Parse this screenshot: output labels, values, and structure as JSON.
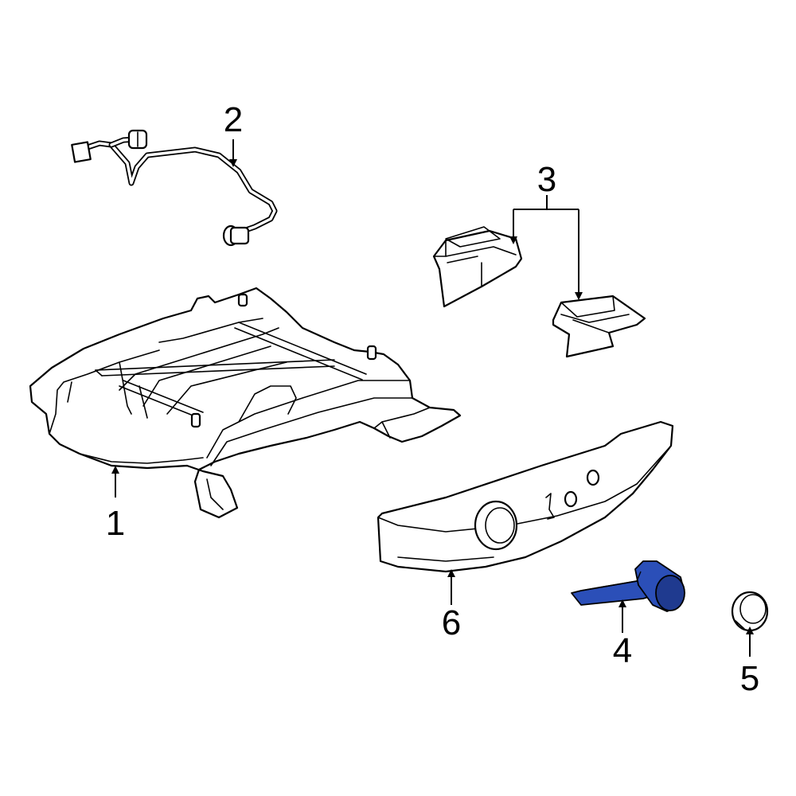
{
  "callouts": [
    {
      "id": "1",
      "label": "1"
    },
    {
      "id": "2",
      "label": "2"
    },
    {
      "id": "3",
      "label": "3"
    },
    {
      "id": "4",
      "label": "4"
    },
    {
      "id": "5",
      "label": "5"
    },
    {
      "id": "6",
      "label": "6"
    }
  ],
  "colors": {
    "highlight": "#2b4fb8",
    "highlight_dark": "#1f3a8f",
    "line": "#000000",
    "background": "#ffffff"
  }
}
